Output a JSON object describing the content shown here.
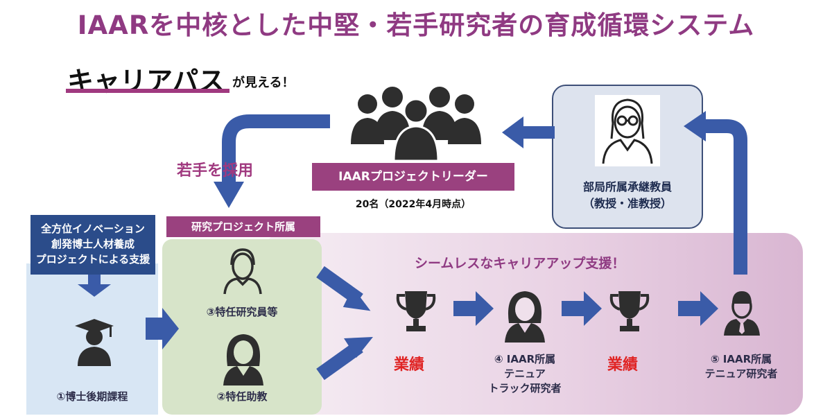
{
  "title": "IAARを中核とした中堅・若手研究者の育成循環システム",
  "career": {
    "main": "キャリアパス",
    "sub": "が見える！"
  },
  "recruit": "若手を採用",
  "leaders": {
    "label": "IAARプロジェクトリーダー",
    "count": "20名（2022年4月時点）"
  },
  "staff": {
    "label": "部局所属承継教員\n（教授・准教授）"
  },
  "seamless": "シームレスなキャリアアップ支援！",
  "doctoral": {
    "header": "全方位イノベーション\n創発博士人材養成\nプロジェクトによる支援",
    "label": "①博士後期課程"
  },
  "project": {
    "header": "研究プロジェクト所属",
    "researcher": "③特任研究員等",
    "assistant": "②特任助教"
  },
  "achievement": "業績",
  "tenure_track": "④ IAAR所属\nテニュア\nトラック研究者",
  "tenured": "⑤ IAAR所属\nテニュア研究者",
  "colors": {
    "title": "#8f3a82",
    "accent": "#9a417f",
    "arrow": "#3a5ba8",
    "achievement": "#e02424",
    "navy": "#2b4c8a"
  },
  "icons": [
    "group-people-icon",
    "teacher-female-icon",
    "graduate-icon",
    "male-person-icon",
    "female-person-icon",
    "trophy-icon",
    "person-tie-icon"
  ]
}
